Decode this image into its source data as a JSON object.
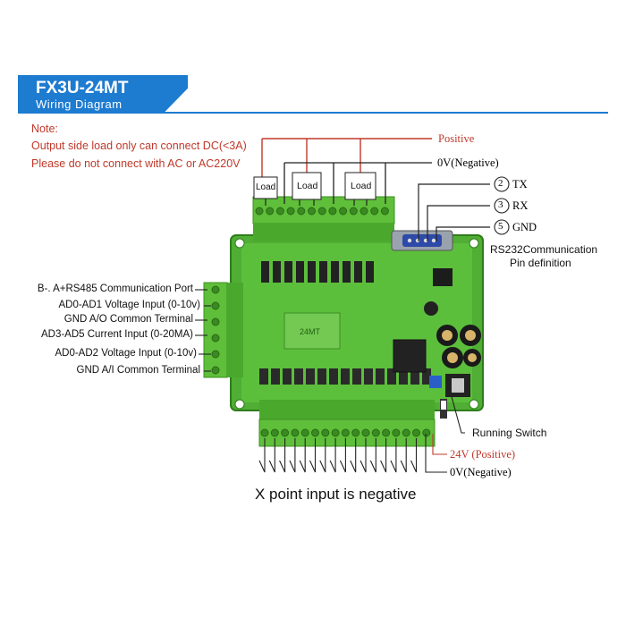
{
  "header": {
    "title": "FX3U-24MT",
    "subtitle": "Wiring Diagram"
  },
  "notes": {
    "heading": "Note:",
    "line1": "Output side load only can connect DC(<3A)",
    "line2": "Please do not connect with AC or AC220V"
  },
  "top_labels": {
    "positive": "Positive",
    "negative": "0V(Negative)"
  },
  "loads": [
    "Load",
    "Load",
    "Load"
  ],
  "rs232": {
    "pins": [
      {
        "num": "2",
        "label": "TX"
      },
      {
        "num": "3",
        "label": "RX"
      },
      {
        "num": "5",
        "label": "GND"
      }
    ],
    "caption_line1": "RS232Communication",
    "caption_line2": "Pin definition"
  },
  "left_terminals": [
    "B-. A+RS485 Communication Port",
    "AD0-AD1 Voltage Input (0-10v)",
    "GND A/O Common Terminal",
    "AD3-AD5 Current Input (0-20MA)",
    "AD0-AD2 Voltage Input (0-10v)",
    "GND A/I  Common Terminal"
  ],
  "right_labels": {
    "running_switch": "Running Switch",
    "positive_24v": "24V (Positive)",
    "negative_0v": "0V(Negative)"
  },
  "bottom_caption": "X point input is negative",
  "colors": {
    "brand_blue": "#1d7bd0",
    "note_red": "#c0392b",
    "pcb_green": "#4caf2f",
    "terminal_green": "#5fbf3a",
    "wire_blue": "#2a5fc9"
  }
}
